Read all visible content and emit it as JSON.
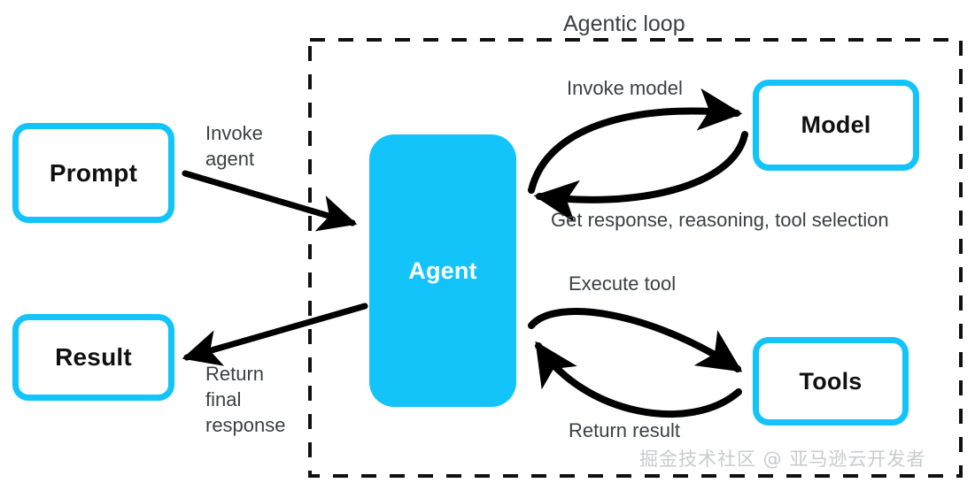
{
  "diagram": {
    "title": "Agentic loop",
    "colors": {
      "accent": "#12C4FA",
      "text": "#3B4044",
      "node_text": "#111111",
      "agent_text": "#FFFFFF",
      "arrow": "#000000",
      "watermark": "#C9CBCD"
    },
    "nodes": [
      {
        "id": "prompt",
        "label": "Prompt",
        "style": "outline"
      },
      {
        "id": "result",
        "label": "Result",
        "style": "outline"
      },
      {
        "id": "agent",
        "label": "Agent",
        "style": "filled"
      },
      {
        "id": "model",
        "label": "Model",
        "style": "outline"
      },
      {
        "id": "tools",
        "label": "Tools",
        "style": "outline"
      }
    ],
    "edges": [
      {
        "id": "invoke-agent",
        "label": "Invoke\nagent",
        "from": "prompt",
        "to": "agent"
      },
      {
        "id": "return-final",
        "label": "Return\nfinal\nresponse",
        "from": "agent",
        "to": "result"
      },
      {
        "id": "invoke-model",
        "label": "Invoke model",
        "from": "agent",
        "to": "model"
      },
      {
        "id": "get-response",
        "label": "Get response, reasoning, tool selection",
        "from": "model",
        "to": "agent"
      },
      {
        "id": "execute-tool",
        "label": "Execute tool",
        "from": "agent",
        "to": "tools"
      },
      {
        "id": "return-result",
        "label": "Return result",
        "from": "tools",
        "to": "agent"
      }
    ],
    "watermark": "掘金技术社区 @ 亚马逊云开发者"
  }
}
